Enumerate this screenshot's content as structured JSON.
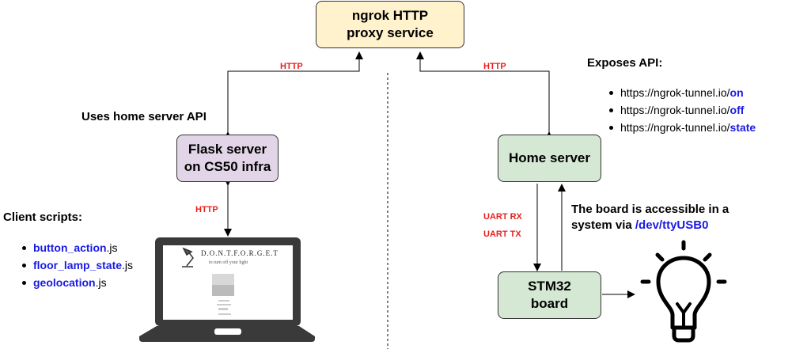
{
  "boxes": {
    "ngrok": {
      "line1": "ngrok HTTP",
      "line2": "proxy service",
      "fill": "#fff2cc"
    },
    "flask": {
      "line1": "Flask server",
      "line2": "on CS50 infra",
      "fill": "#e1d5e7"
    },
    "home": {
      "label": "Home server",
      "fill": "#d5e8d4"
    },
    "stm32": {
      "line1": "STM32",
      "line2": "board",
      "fill": "#d5e8d4"
    }
  },
  "labels": {
    "http_left": "HTTP",
    "http_right": "HTTP",
    "http_laptop": "HTTP",
    "uart_rx": "UART RX",
    "uart_tx": "UART TX",
    "uses_api": "Uses home server API",
    "exposes_api": "Exposes API:",
    "client_scripts": "Client scripts:",
    "board_note_1": "The board is accessible in a",
    "board_note_2": "system via ",
    "board_note_dev": "/dev/ttyUSB0"
  },
  "api_list": [
    {
      "prefix": "https://ngrok-tunnel.io/",
      "endpoint": "on"
    },
    {
      "prefix": "https://ngrok-tunnel.io/",
      "endpoint": "off"
    },
    {
      "prefix": "https://ngrok-tunnel.io/",
      "endpoint": "state"
    }
  ],
  "client_list": [
    {
      "name": "button_action",
      "ext": ".js"
    },
    {
      "name": "floor_lamp_state",
      "ext": ".js"
    },
    {
      "name": "geolocation",
      "ext": ".js"
    }
  ],
  "laptop_screen": {
    "title": "D.O.N.T.F.O.R.G.E.T",
    "subtitle": "to turn off your light"
  },
  "colors": {
    "protocol": "#e8201e",
    "highlight": "#1a1ae6"
  }
}
